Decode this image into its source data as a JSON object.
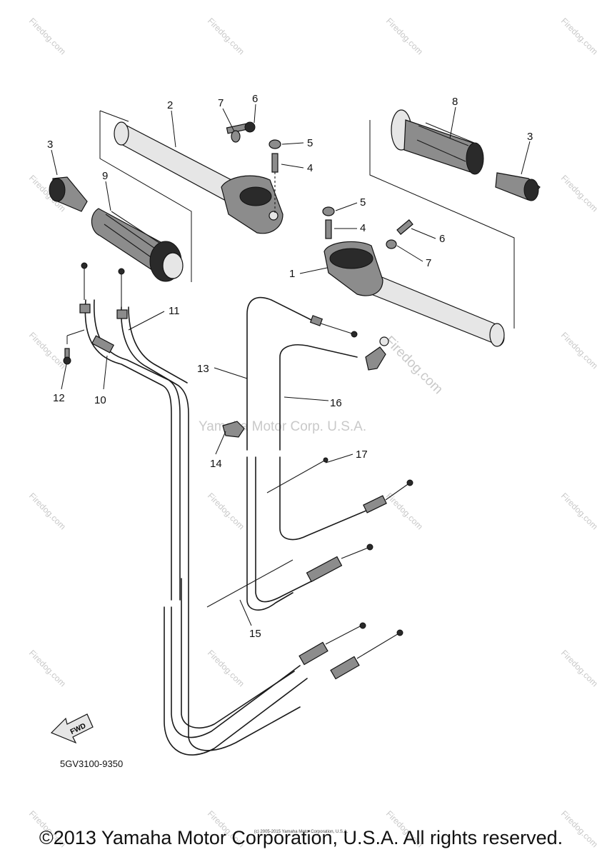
{
  "diagram": {
    "part_code": "5GV3100-9350",
    "fwd_label": "FWD",
    "watermark_center": "Yamaha Motor Corp. U.S.A.",
    "watermark_firedog": "Firedog.com",
    "watermark_small": "Firedog.com",
    "callouts": {
      "c1": "1",
      "c2": "2",
      "c3a": "3",
      "c3b": "3",
      "c4a": "4",
      "c4b": "4",
      "c5a": "5",
      "c5b": "5",
      "c6a": "6",
      "c6b": "6",
      "c7a": "7",
      "c7b": "7",
      "c8": "8",
      "c9": "9",
      "c10": "10",
      "c11": "11",
      "c12": "12",
      "c13": "13",
      "c14": "14",
      "c15": "15",
      "c16": "16",
      "c17": "17"
    }
  },
  "footer": {
    "copyright": "©2013 Yamaha Motor Corporation, U.S.A. All rights reserved.",
    "fineprint": "(c) 2005-2015 Yamaha Motor Corporation, U.S.A."
  }
}
